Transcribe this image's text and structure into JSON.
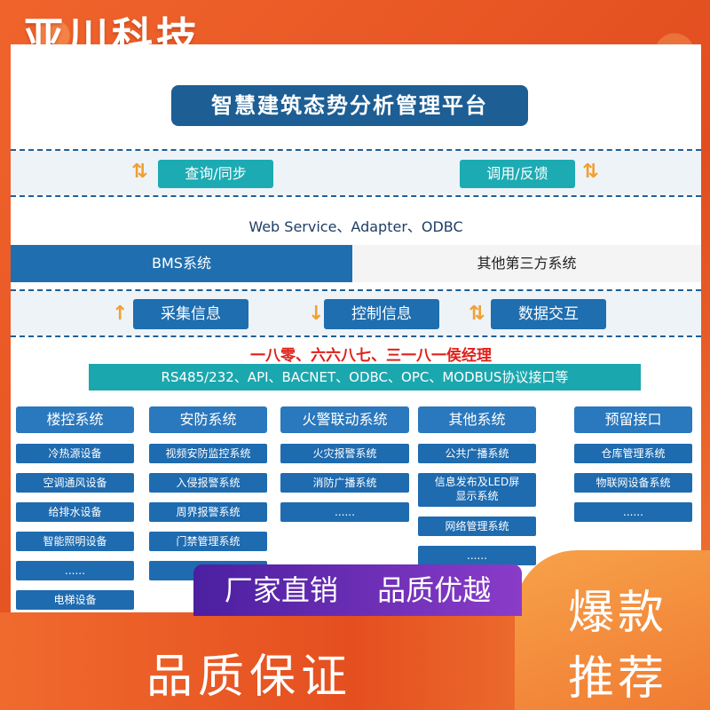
{
  "brand": "亚川科技",
  "title": "智慧建筑态势分析管理平台",
  "sync_label": "查询/同步",
  "call_label": "调用/反馈",
  "protocols_top": "Web Service、Adapter、ODBC",
  "bms_label": "BMS系统",
  "third_party_label": "其他第三方系统",
  "collect_label": "采集信息",
  "control_label": "控制信息",
  "exchange_label": "数据交互",
  "phone_overlay": "一八零、六六八七、三一八一侯经理",
  "protocols_bottom": "RS485/232、API、BACNET、ODBC、OPC、MODBUS协议接口等",
  "columns": [
    {
      "header": "楼控系统",
      "items": [
        "冷热源设备",
        "空调通风设备",
        "给排水设备",
        "智能照明设备",
        "......",
        "电梯设备"
      ]
    },
    {
      "header": "安防系统",
      "items": [
        "视频安防监控系统",
        "入侵报警系统",
        "周界报警系统",
        "门禁管理系统",
        ""
      ]
    },
    {
      "header": "火警联动系统",
      "items": [
        "火灾报警系统",
        "消防广播系统",
        "......"
      ]
    },
    {
      "header": "其他系统",
      "items": [
        "公共广播系统",
        "信息发布及LED屏",
        "显示系统",
        "网络管理系统",
        "......"
      ]
    },
    {
      "header": "预留接口",
      "items": [
        "仓库管理系统",
        "物联网设备系统",
        "......"
      ]
    }
  ],
  "promo_left": "厂家直销",
  "promo_mid": "品质优越",
  "promo_bottom": "品质保证",
  "promo_right_1": "爆款",
  "promo_right_2": "推荐",
  "colors": {
    "frame": "#e8572a",
    "title_bg": "#1d5e94",
    "teal": "#1cabb3",
    "blue": "#2a78bd",
    "overlay_red": "#e0201a"
  }
}
